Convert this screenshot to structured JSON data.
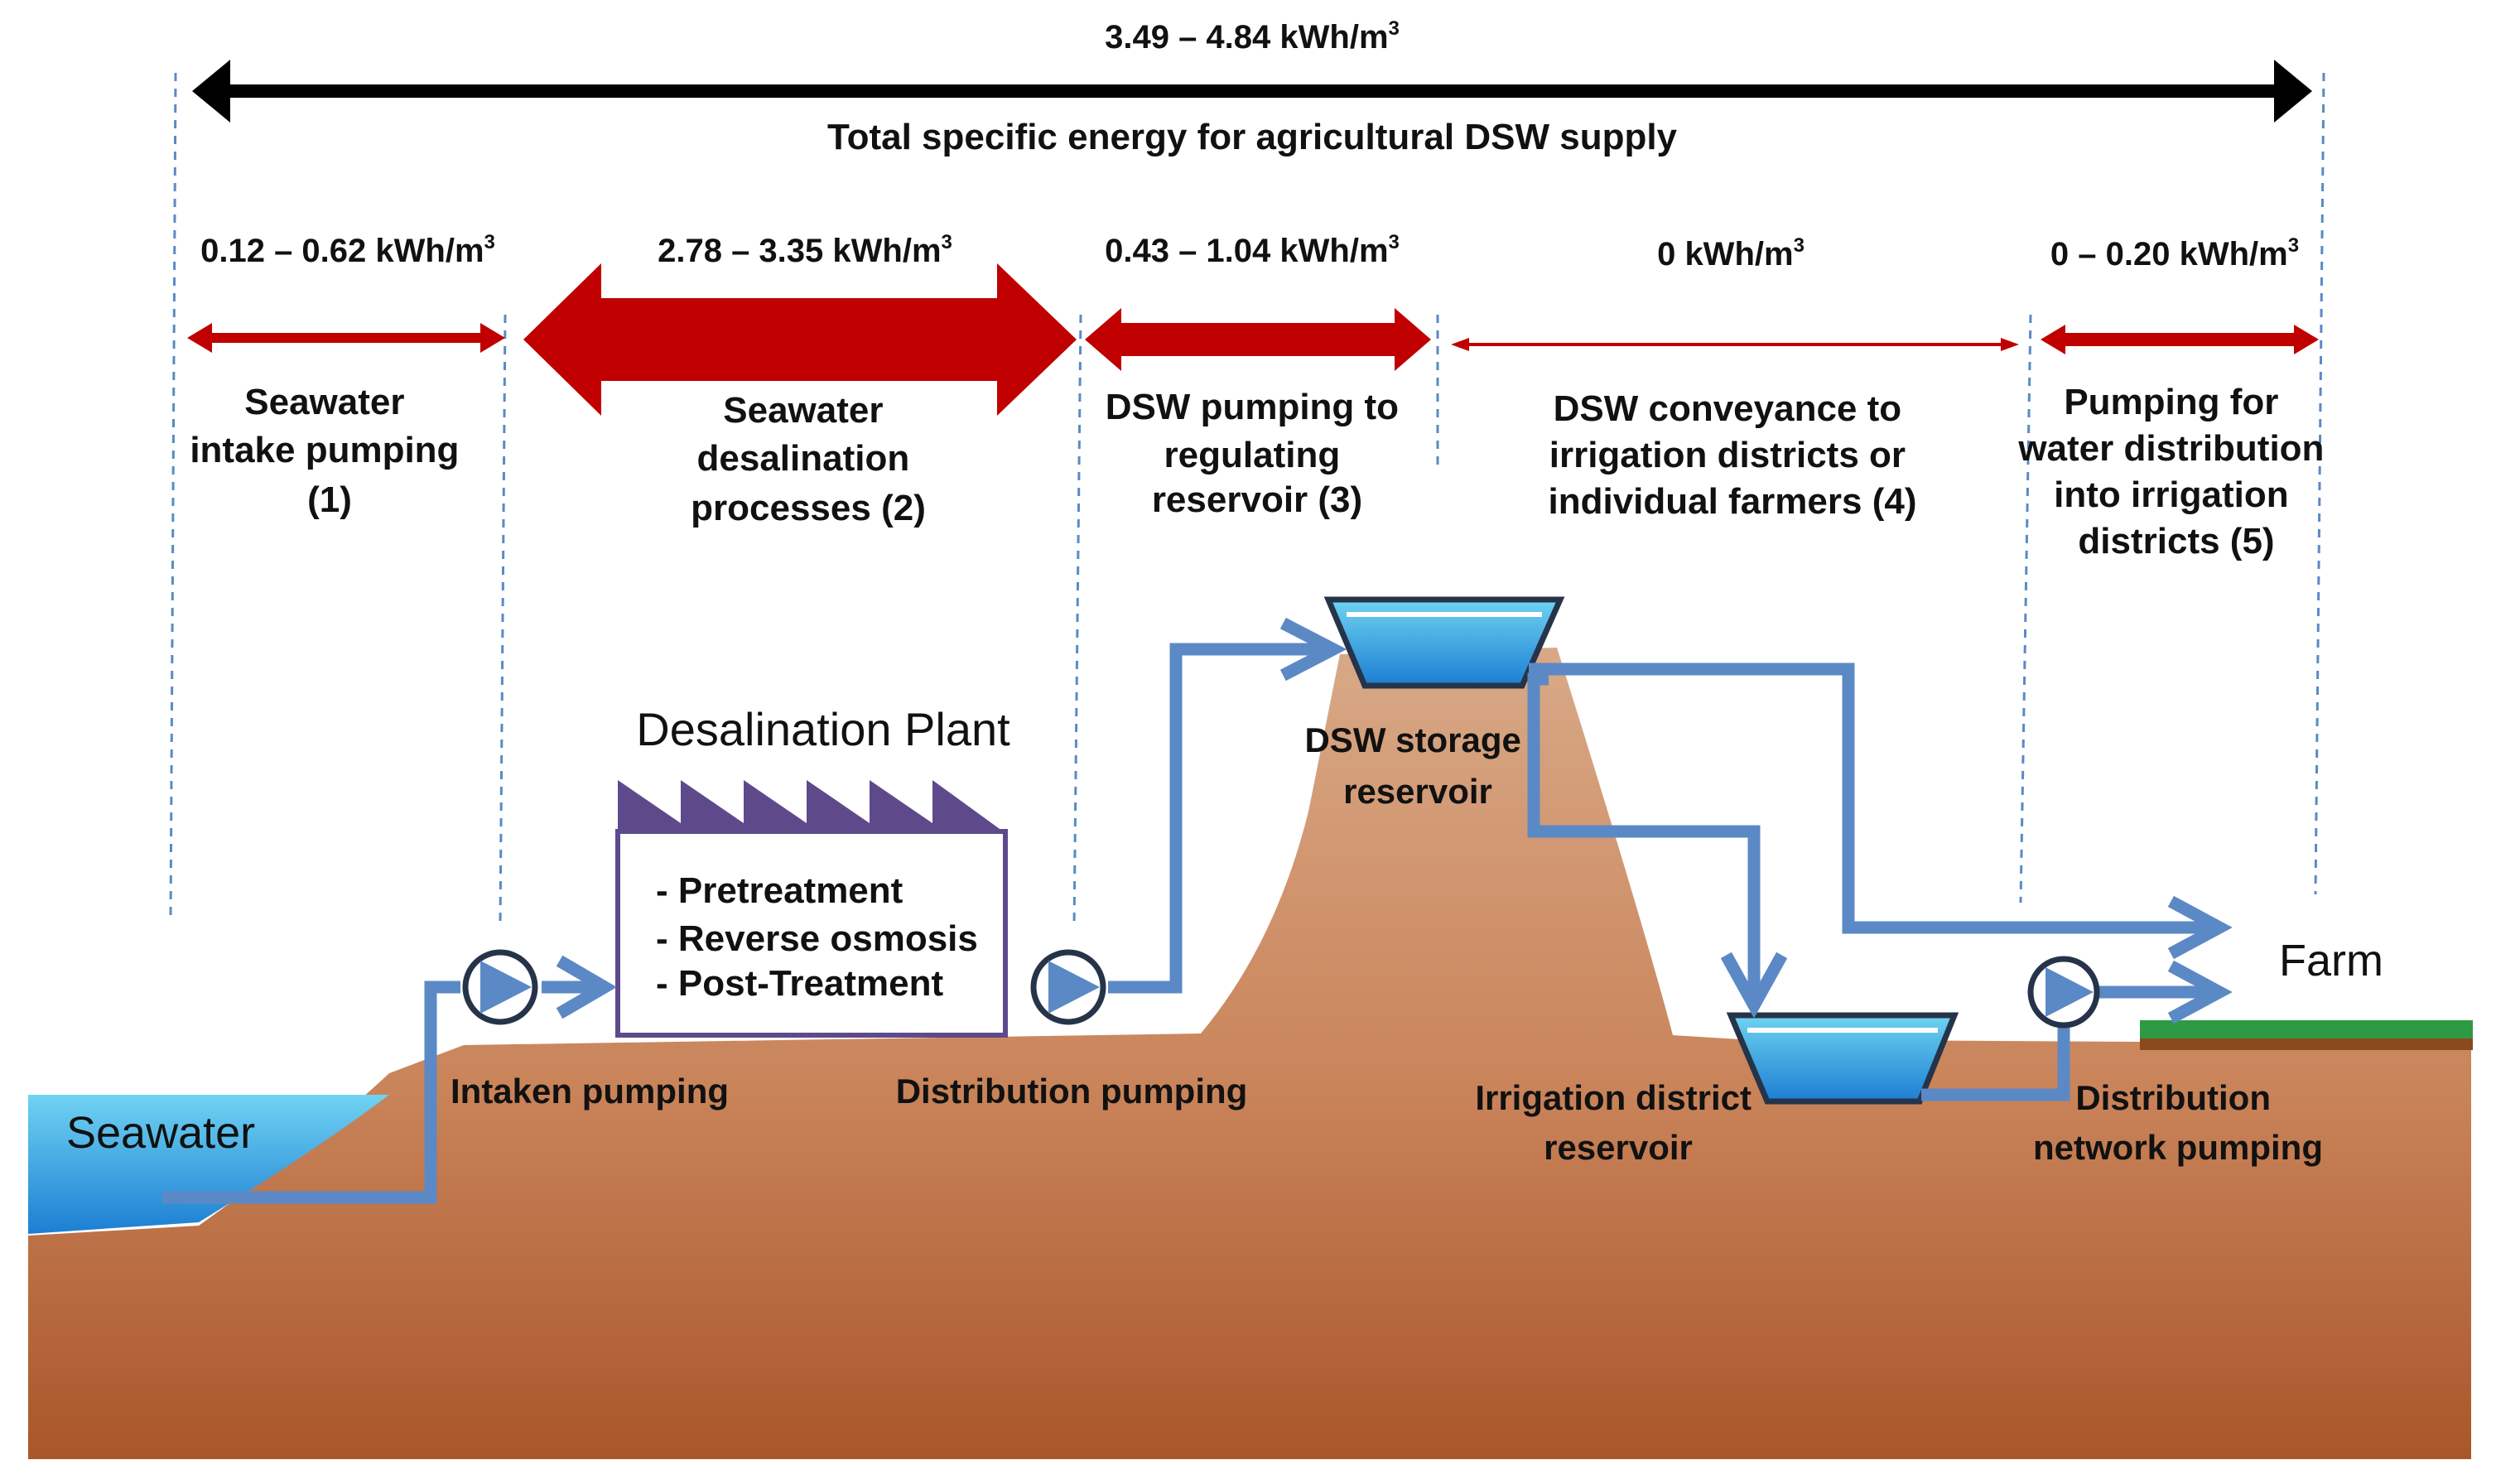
{
  "total": {
    "energy_value": "3.49 –  4.84 kWh/m",
    "energy_sup": "3",
    "caption": "Total specific energy for agricultural DSW supply"
  },
  "stages": [
    {
      "energy_value": "0.12 – 0.62 kWh/m",
      "energy_sup": "3",
      "lines": [
        "Seawater",
        "intake pumping",
        "(1)"
      ]
    },
    {
      "energy_value": "2.78 – 3.35 kWh/m",
      "energy_sup": "3",
      "lines": [
        "Seawater",
        "desalination",
        "processes (2)"
      ]
    },
    {
      "energy_value": "0.43 – 1.04 kWh/m",
      "energy_sup": "3",
      "lines": [
        "DSW pumping to",
        "regulating",
        "reservoir (3)"
      ]
    },
    {
      "energy_value": "0 kWh/m",
      "energy_sup": "3",
      "lines": [
        "DSW conveyance to",
        "irrigation districts or",
        "individual farmers (4)"
      ]
    },
    {
      "energy_value": "0 – 0.20 kWh/m",
      "energy_sup": "3",
      "lines": [
        "Pumping for",
        "water distribution",
        "into irrigation",
        "districts (5)"
      ]
    }
  ],
  "plant": {
    "title": "Desalination Plant",
    "steps": [
      "- Pretreatment",
      "- Reverse osmosis",
      "- Post-Treatment"
    ]
  },
  "labels": {
    "seawater": "Seawater",
    "intake_pumping": "Intaken pumping",
    "distribution_pumping": "Distribution pumping",
    "storage_reservoir": [
      "DSW storage",
      "reservoir"
    ],
    "district_reservoir": [
      "Irrigation district",
      "reservoir"
    ],
    "network_pumping": [
      "Distribution",
      "network pumping"
    ],
    "farm": "Farm"
  },
  "colors": {
    "arrow_red": "#c00000",
    "total_arrow": "#000000",
    "pipe_blue": "#5b89c6",
    "ground_top": "#d8a987",
    "ground_bottom": "#a9562a",
    "plant_purple": "#5e4a8b",
    "farm_green": "#2e9a45",
    "farm_soil": "#8b4a1e",
    "water_light": "#6fd3f2",
    "water_dark": "#1c7ed2"
  }
}
